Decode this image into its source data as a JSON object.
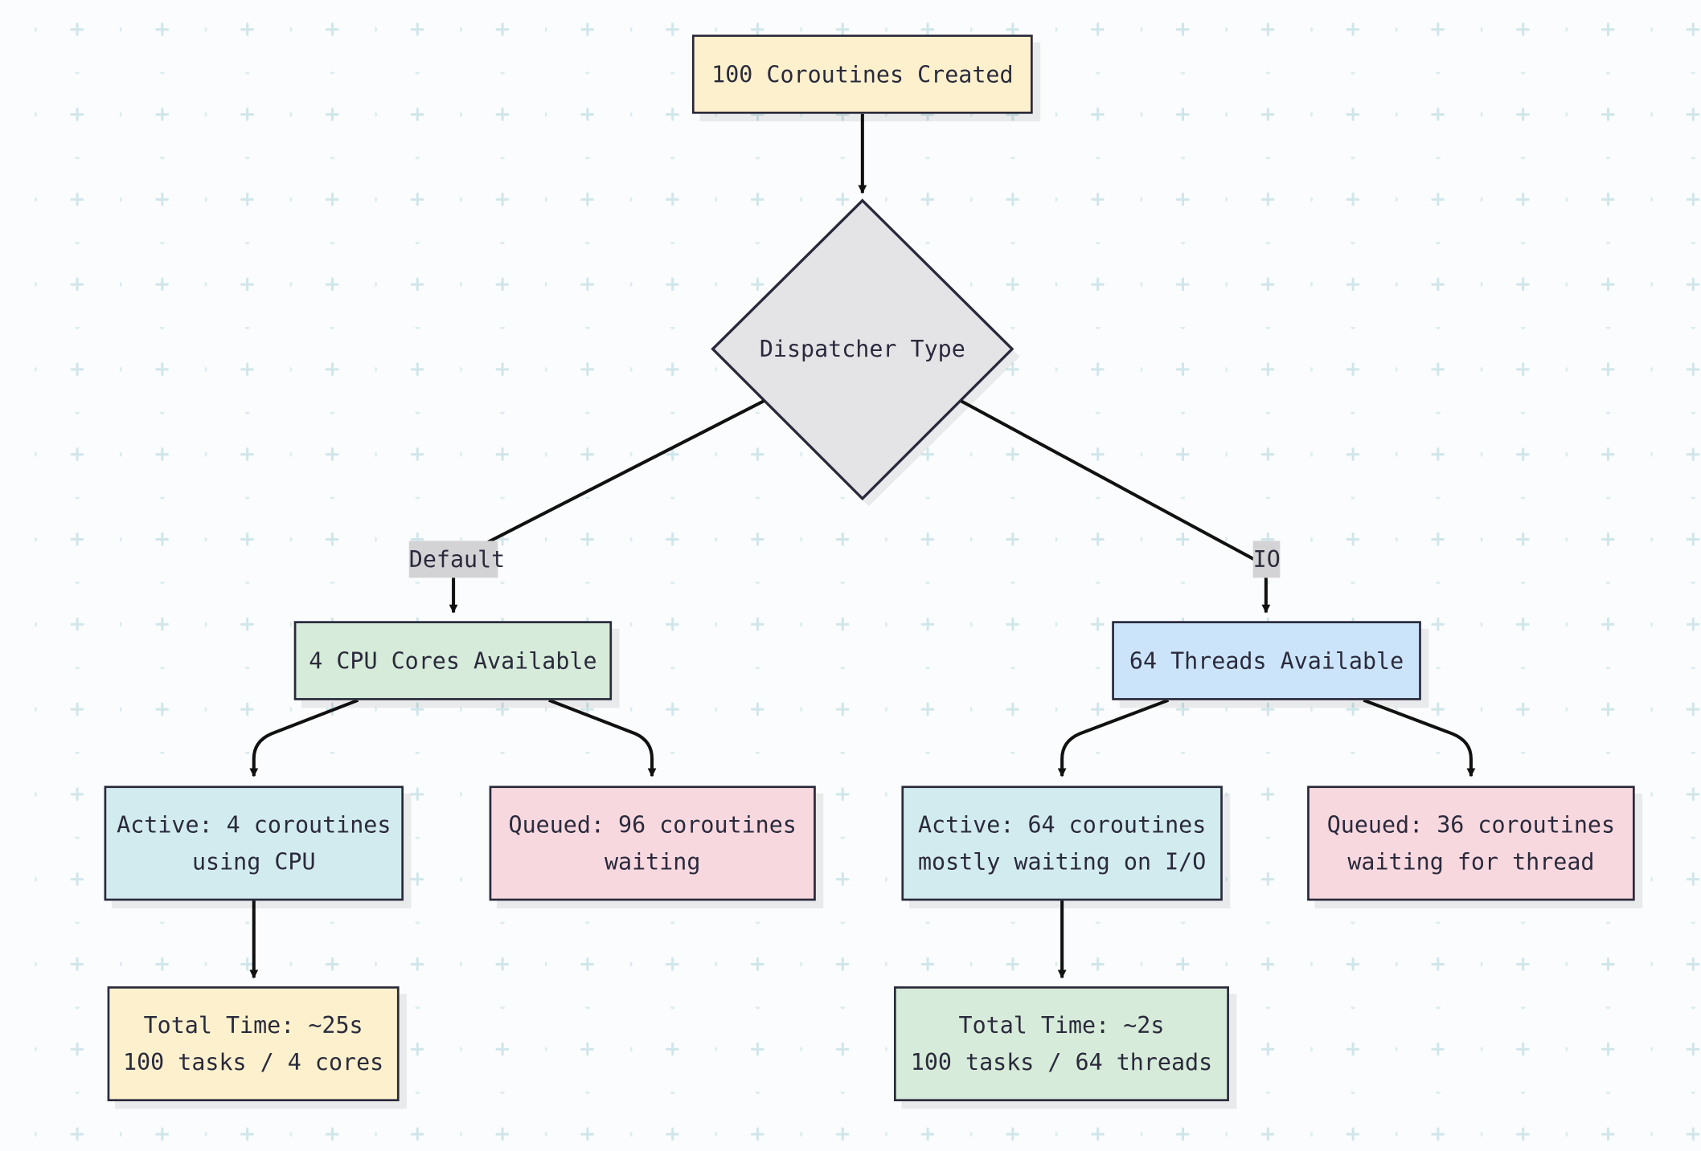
{
  "nodes": {
    "start": "100 Coroutines Created",
    "decision": "Dispatcher Type",
    "cpu_cores": "4 CPU Cores Available",
    "threads": "64 Threads Available",
    "cpu_active": "Active: 4 coroutines\nusing CPU",
    "cpu_queued": "Queued: 96 coroutines\nwaiting",
    "io_active": "Active: 64 coroutines\nmostly waiting on I/O",
    "io_queued": "Queued: 36 coroutines\nwaiting for thread",
    "cpu_total": "Total Time: ~25s\n100 tasks / 4 cores",
    "io_total": "Total Time: ~2s\n100 tasks / 64 threads"
  },
  "edge_labels": {
    "default": "Default",
    "io": "IO"
  },
  "colors": {
    "stroke": "#2a2a3c",
    "yellow": "#fdf1cd",
    "green": "#d6ebd9",
    "blue": "#cce4f9",
    "cyan": "#d2ebef",
    "pink": "#f8d8df",
    "diamond": "#e4e4e7",
    "grid": "#cfe6ea"
  }
}
